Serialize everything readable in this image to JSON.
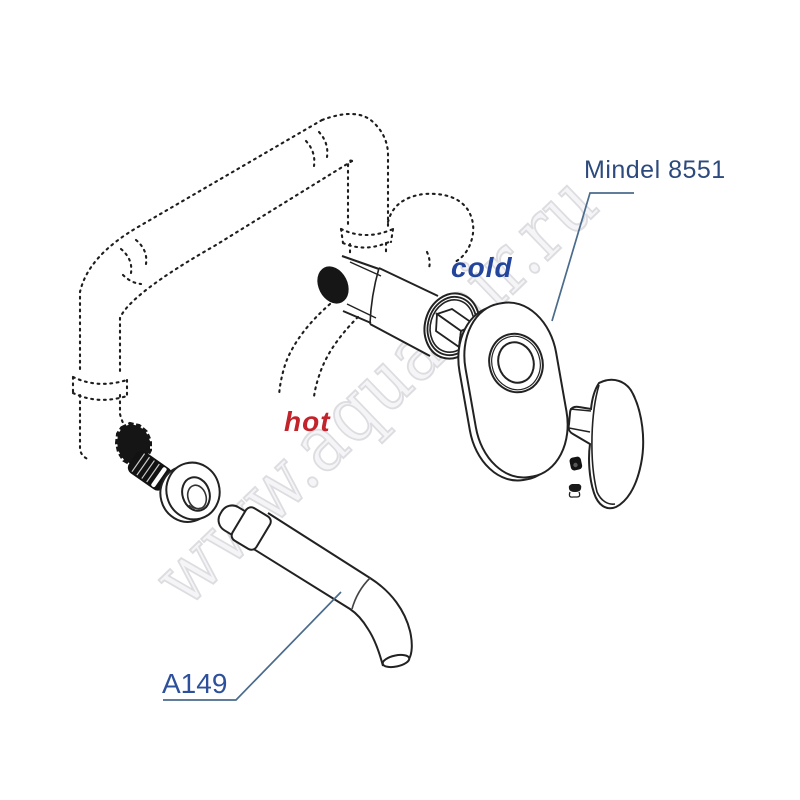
{
  "diagram": {
    "labels": {
      "model": "Mindel 8551",
      "cold": "cold",
      "hot": "hot",
      "spout_code": "A149"
    },
    "watermark": {
      "text": "www.aquamir.ru",
      "fill": "#f5f5f7",
      "stroke": "#dcdce0"
    },
    "colors": {
      "model_label": "#2c4a7d",
      "cold_label": "#24459c",
      "hot_label": "#c3232a",
      "spout_label": "#2d509c",
      "leader_line": "#4a6b8c",
      "line_art": "#1d1d1d",
      "background": "#ffffff"
    }
  }
}
